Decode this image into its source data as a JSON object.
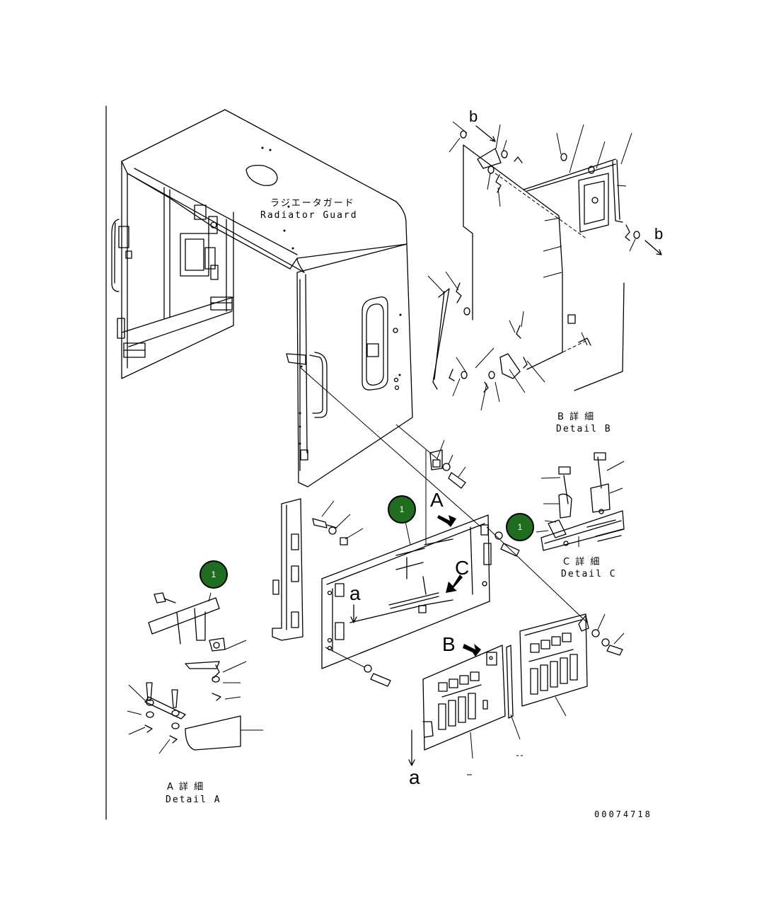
{
  "main_part": {
    "label_jp": "ラジエータガード",
    "label_en": "Radiator Guard"
  },
  "details": {
    "a": {
      "label_jp": "A 詳 細",
      "label_en": "Detail A"
    },
    "b": {
      "label_jp": "B 詳 細",
      "label_en": "Detail B"
    },
    "c": {
      "label_jp": "C 詳 細",
      "label_en": "Detail C"
    }
  },
  "view_letters": {
    "A": "A",
    "B": "B",
    "C": "C",
    "a": "a",
    "b": "b"
  },
  "callouts": [
    "1",
    "1",
    "1"
  ],
  "callout_color": "#1f6e1f",
  "drawing_number": "00074718"
}
